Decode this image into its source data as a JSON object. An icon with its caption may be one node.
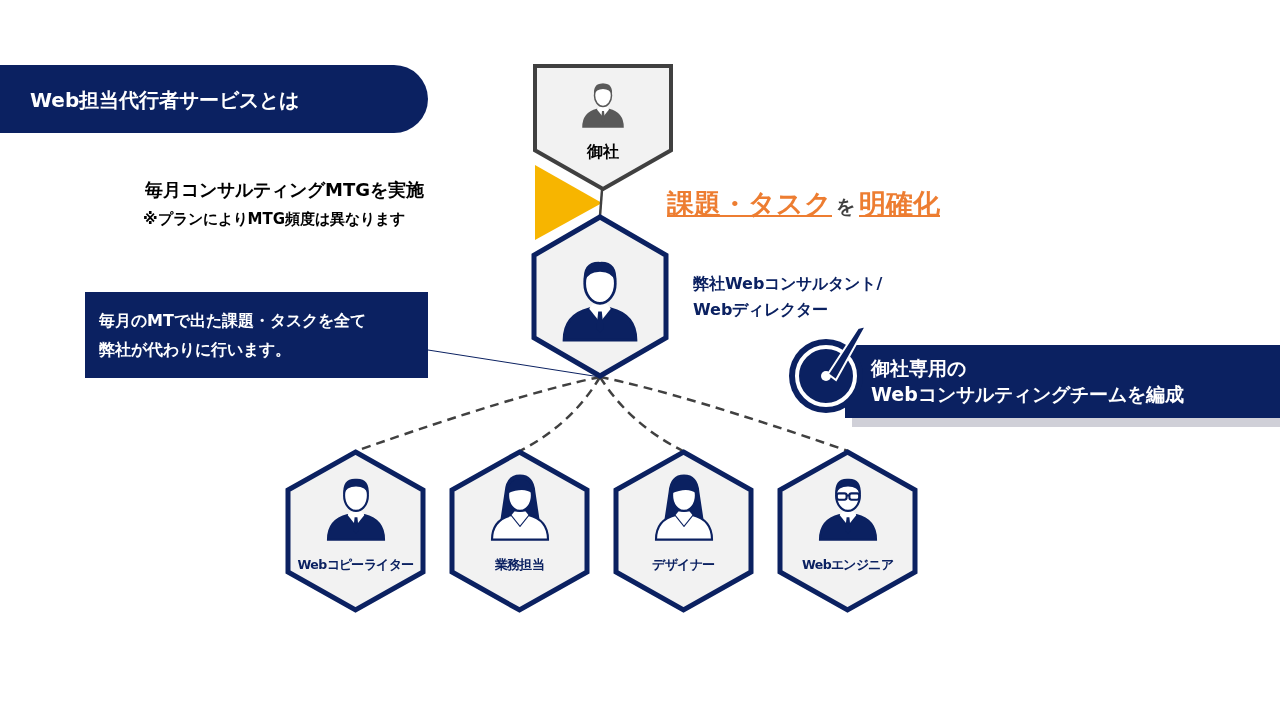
{
  "diagram": {
    "nodes": [
      {
        "text": [
          "Web担当代行者サービスとは"
        ]
      },
      {
        "text": [
          "御社"
        ]
      },
      {
        "text": [],
        "shape": "hexagon",
        "beside": [
          "弊社Webコンサルタント/ Webディレクター"
        ]
      },
      {
        "text": [
          "毎月のMTで出た課題・タスクを全て弊社が代わりに行います。"
        ]
      },
      {
        "text": [
          "御社専用の Webコンサルティングチームを編成"
        ]
      },
      {
        "text": [
          "Webコピーライター"
        ]
      },
      {
        "text": [
          "業務担当"
        ]
      },
      {
        "text": [
          "デザイナー"
        ]
      },
      {
        "text": [
          "Webエンジニア"
        ]
      }
    ],
    "edges": [
      {
        "from": 1,
        "to": 2,
        "arrow": "other"
      },
      {
        "from": 3,
        "to": 2,
        "arrow": "none",
        "color": "#0b2161"
      },
      {
        "from": 2,
        "to": 5,
        "arrow": "none",
        "style": "dashed"
      },
      {
        "from": 2,
        "to": 6,
        "arrow": "none",
        "style": "dashed"
      },
      {
        "from": 2,
        "to": 7,
        "arrow": "none",
        "style": "dashed"
      },
      {
        "from": 2,
        "to": 8,
        "arrow": "none",
        "style": "dashed"
      }
    ],
    "labels": [
      "毎月コンサルティングMTGを実施",
      "※プランによりMTG頻度は異なります",
      "課題・タスク",
      "を",
      "明確化"
    ]
  }
}
